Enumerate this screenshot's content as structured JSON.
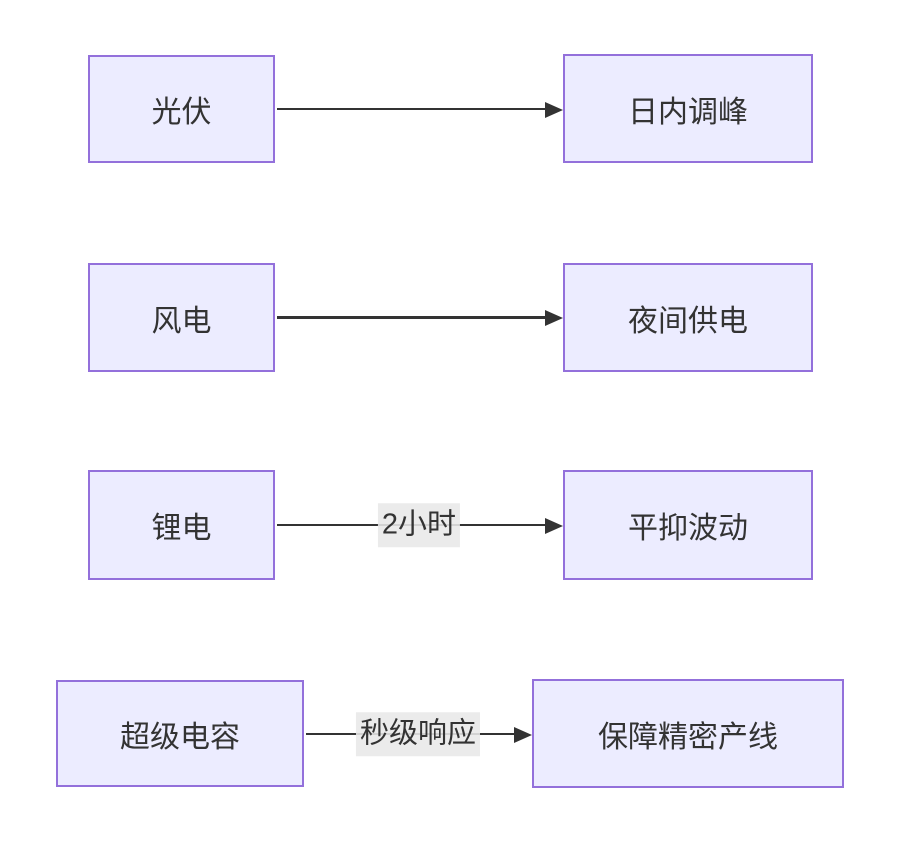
{
  "diagram": {
    "type": "flowchart-left-to-right",
    "edges": [
      {
        "source": "光伏",
        "target": "日内调峰",
        "label": ""
      },
      {
        "source": "风电",
        "target": "夜间供电",
        "label": ""
      },
      {
        "source": "锂电",
        "target": "平抑波动",
        "label": "2小时"
      },
      {
        "source": "超级电容",
        "target": "保障精密产线",
        "label": "秒级响应"
      }
    ],
    "colors": {
      "node_fill": "#ECECFF",
      "node_border": "#9370DB",
      "edge_line": "#333333",
      "edge_label_bg": "#E8E8E8",
      "text": "#333333",
      "background": "#FFFFFF"
    }
  }
}
